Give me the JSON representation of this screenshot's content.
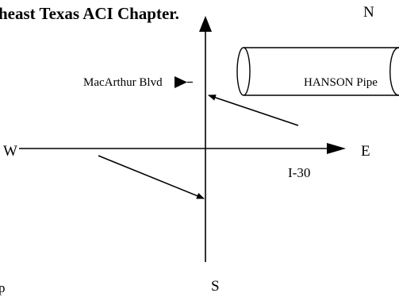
{
  "heading": "heast Texas ACI Chapter.",
  "compass": {
    "north": "N",
    "south": "S",
    "east": "E",
    "west": "W"
  },
  "roads": {
    "macarthur": "MacArthur Blvd",
    "interstate": "I-30"
  },
  "landmark": {
    "pipe_label": "HANSON Pipe"
  },
  "fragment": "p"
}
